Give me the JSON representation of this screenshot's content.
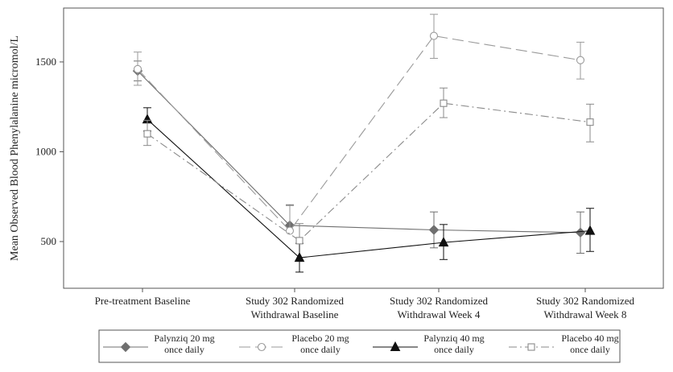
{
  "chart_data": {
    "type": "line",
    "title": "",
    "xlabel": "",
    "ylabel": "Mean Observed Blood Phenylalanine micromol/L",
    "categories": [
      "Pre-treatment Baseline",
      "Study 302 Randomized Withdrawal Baseline",
      "Study 302 Randomized Withdrawal Week 4",
      "Study 302 Randomized Withdrawal Week 8"
    ],
    "category_labels": [
      [
        "Pre-treatment Baseline"
      ],
      [
        "Study 302 Randomized",
        "Withdrawal Baseline"
      ],
      [
        "Study 302 Randomized",
        "Withdrawal Week 4"
      ],
      [
        "Study 302 Randomized",
        "Withdrawal Week 8"
      ]
    ],
    "ylim": [
      240,
      1800
    ],
    "yticks": [
      500,
      1000,
      1500
    ],
    "grid": false,
    "legend_position": "bottom",
    "series": [
      {
        "name": "Palynziq 20 mg once daily",
        "name_lines": [
          "Palynziq 20 mg",
          "once daily"
        ],
        "marker": "diamond-filled",
        "color": "#6f6f6f",
        "dash": "solid",
        "values": [
          1450,
          590,
          565,
          550
        ],
        "err_low": [
          1395,
          null,
          465,
          435
        ],
        "err_high": [
          1505,
          705,
          665,
          665
        ]
      },
      {
        "name": "Placebo 20 mg once daily",
        "name_lines": [
          "Placebo 20 mg",
          "once daily"
        ],
        "marker": "circle-open",
        "color": "#9a9a9a",
        "dash": "long-dash",
        "values": [
          1460,
          560,
          1645,
          1510
        ],
        "err_low": [
          1370,
          null,
          1520,
          1405
        ],
        "err_high": [
          1555,
          700,
          1765,
          1610
        ]
      },
      {
        "name": "Palynziq 40 mg once daily",
        "name_lines": [
          "Palynziq 40 mg",
          "once daily"
        ],
        "marker": "triangle-filled",
        "color": "#111111",
        "dash": "solid",
        "values": [
          1180,
          410,
          495,
          560
        ],
        "err_low": [
          1115,
          330,
          400,
          445
        ],
        "err_high": [
          1245,
          490,
          595,
          685
        ]
      },
      {
        "name": "Placebo 40 mg once daily",
        "name_lines": [
          "Placebo 40 mg",
          "once daily"
        ],
        "marker": "square-open",
        "color": "#8a8a8a",
        "dash": "dash-dot",
        "values": [
          1100,
          505,
          1270,
          1165
        ],
        "err_low": [
          1035,
          null,
          1190,
          1055
        ],
        "err_high": [
          1175,
          600,
          1355,
          1265
        ]
      }
    ]
  }
}
